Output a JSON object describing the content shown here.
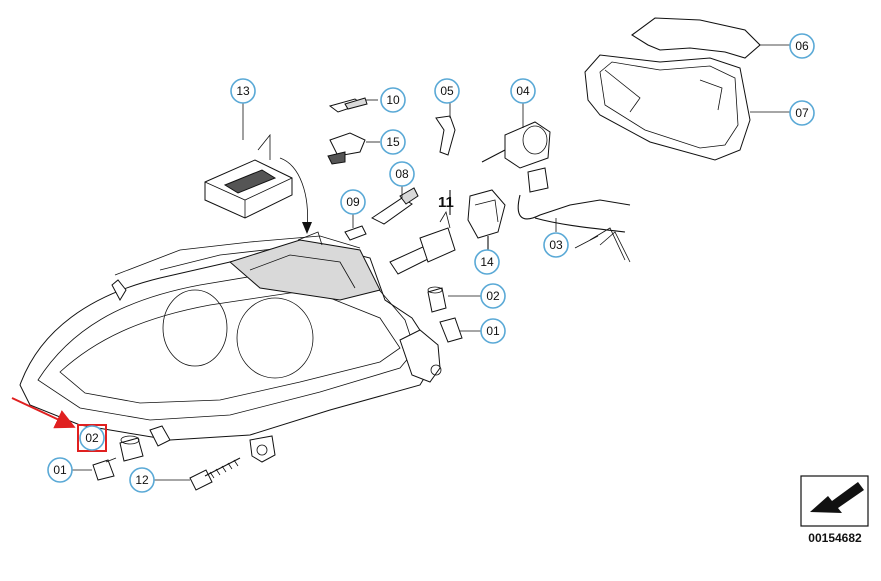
{
  "diagram": {
    "drawing_number": "00154682",
    "group_label": "11",
    "accent_color": "#ffffff",
    "callout_border": "#5aa9d6",
    "highlight_color": "#e02020",
    "callouts": [
      {
        "id": "c-13",
        "label": "13"
      },
      {
        "id": "c-10",
        "label": "10"
      },
      {
        "id": "c-05",
        "label": "05"
      },
      {
        "id": "c-04",
        "label": "04"
      },
      {
        "id": "c-06",
        "label": "06"
      },
      {
        "id": "c-07",
        "label": "07"
      },
      {
        "id": "c-15",
        "label": "15"
      },
      {
        "id": "c-08",
        "label": "08"
      },
      {
        "id": "c-09",
        "label": "09"
      },
      {
        "id": "c-14",
        "label": "14"
      },
      {
        "id": "c-03",
        "label": "03"
      },
      {
        "id": "c-02a",
        "label": "02"
      },
      {
        "id": "c-01a",
        "label": "01"
      },
      {
        "id": "c-02b",
        "label": "02"
      },
      {
        "id": "c-01b",
        "label": "01"
      },
      {
        "id": "c-12",
        "label": "12"
      }
    ]
  }
}
